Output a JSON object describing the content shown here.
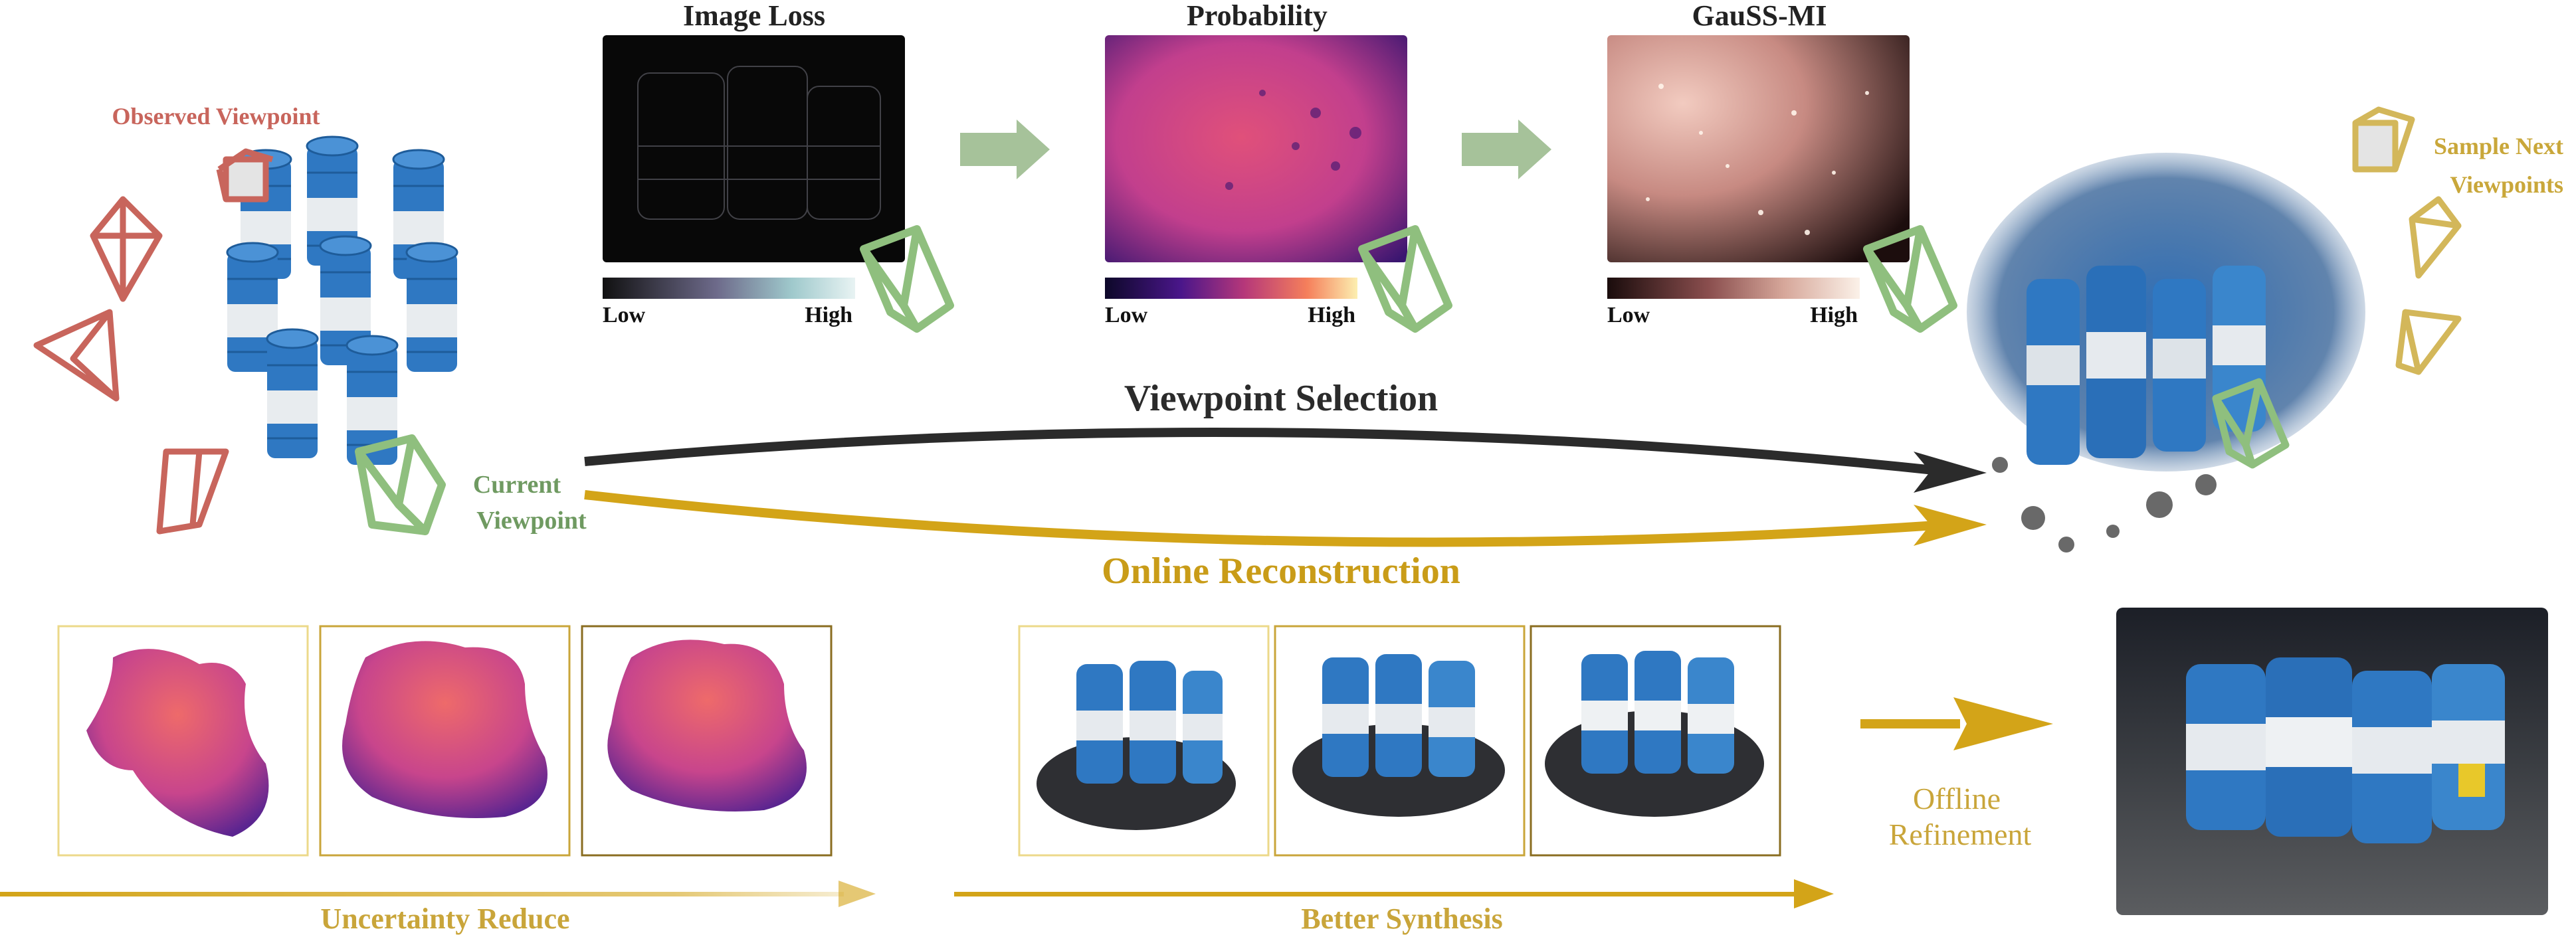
{
  "panels": {
    "image_loss": {
      "title": "Image Loss",
      "low": "Low",
      "high": "High"
    },
    "probability": {
      "title": "Probability",
      "low": "Low",
      "high": "High"
    },
    "gauss_mi": {
      "title": "GauSS-MI",
      "low": "Low",
      "high": "High"
    }
  },
  "labels": {
    "observed_viewpoint": "Observed Viewpoint",
    "current_viewpoint_1": "Current",
    "current_viewpoint_2": "Viewpoint",
    "sample_next_1": "Sample Next",
    "sample_next_2": "Viewpoints",
    "viewpoint_selection": "Viewpoint Selection",
    "online_reconstruction": "Online Reconstruction",
    "uncertainty_reduce": "Uncertainty Reduce",
    "better_synthesis": "Better Synthesis",
    "offline_1": "Offline",
    "offline_2": "Refinement"
  },
  "colors": {
    "observed": "#c8655c",
    "current": "#7aa76b",
    "sample": "#c9a73a",
    "gold": "#d3a418",
    "dark_arrow": "#2b2b2b",
    "green_arrow": "#a6c29a",
    "uncert_text": "#c9a53a",
    "frame_gold": "#e0c45a",
    "frame_dark": "#8a6d20"
  }
}
